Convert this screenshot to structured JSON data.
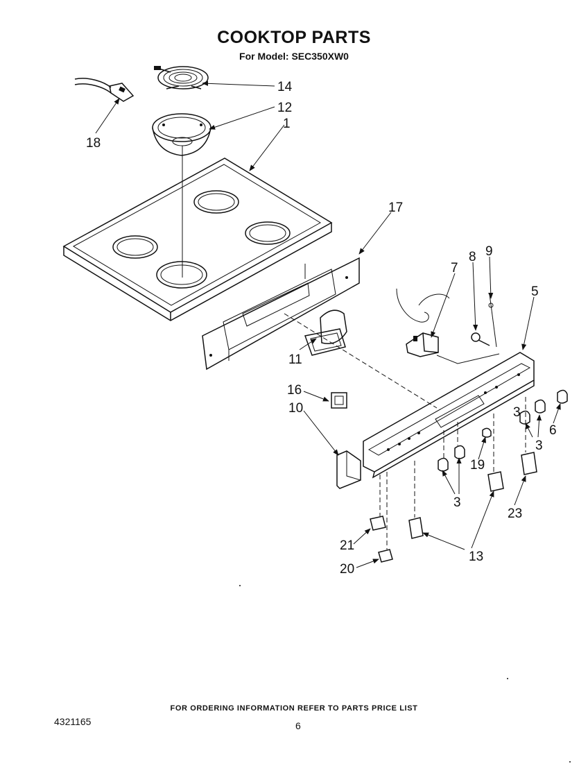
{
  "header": {
    "title": "COOKTOP PARTS",
    "subtitle": "For Model: SEC350XW0"
  },
  "callouts": [
    "14",
    "12",
    "1",
    "18",
    "17",
    "7",
    "8",
    "9",
    "5",
    "11",
    "16",
    "10",
    "6",
    "3",
    "3",
    "19",
    "3",
    "23",
    "21",
    "13",
    "20"
  ],
  "footer": {
    "ordering_note": "FOR ORDERING INFORMATION REFER TO PARTS PRICE LIST",
    "document_number": "4321165",
    "page_number": "6"
  }
}
